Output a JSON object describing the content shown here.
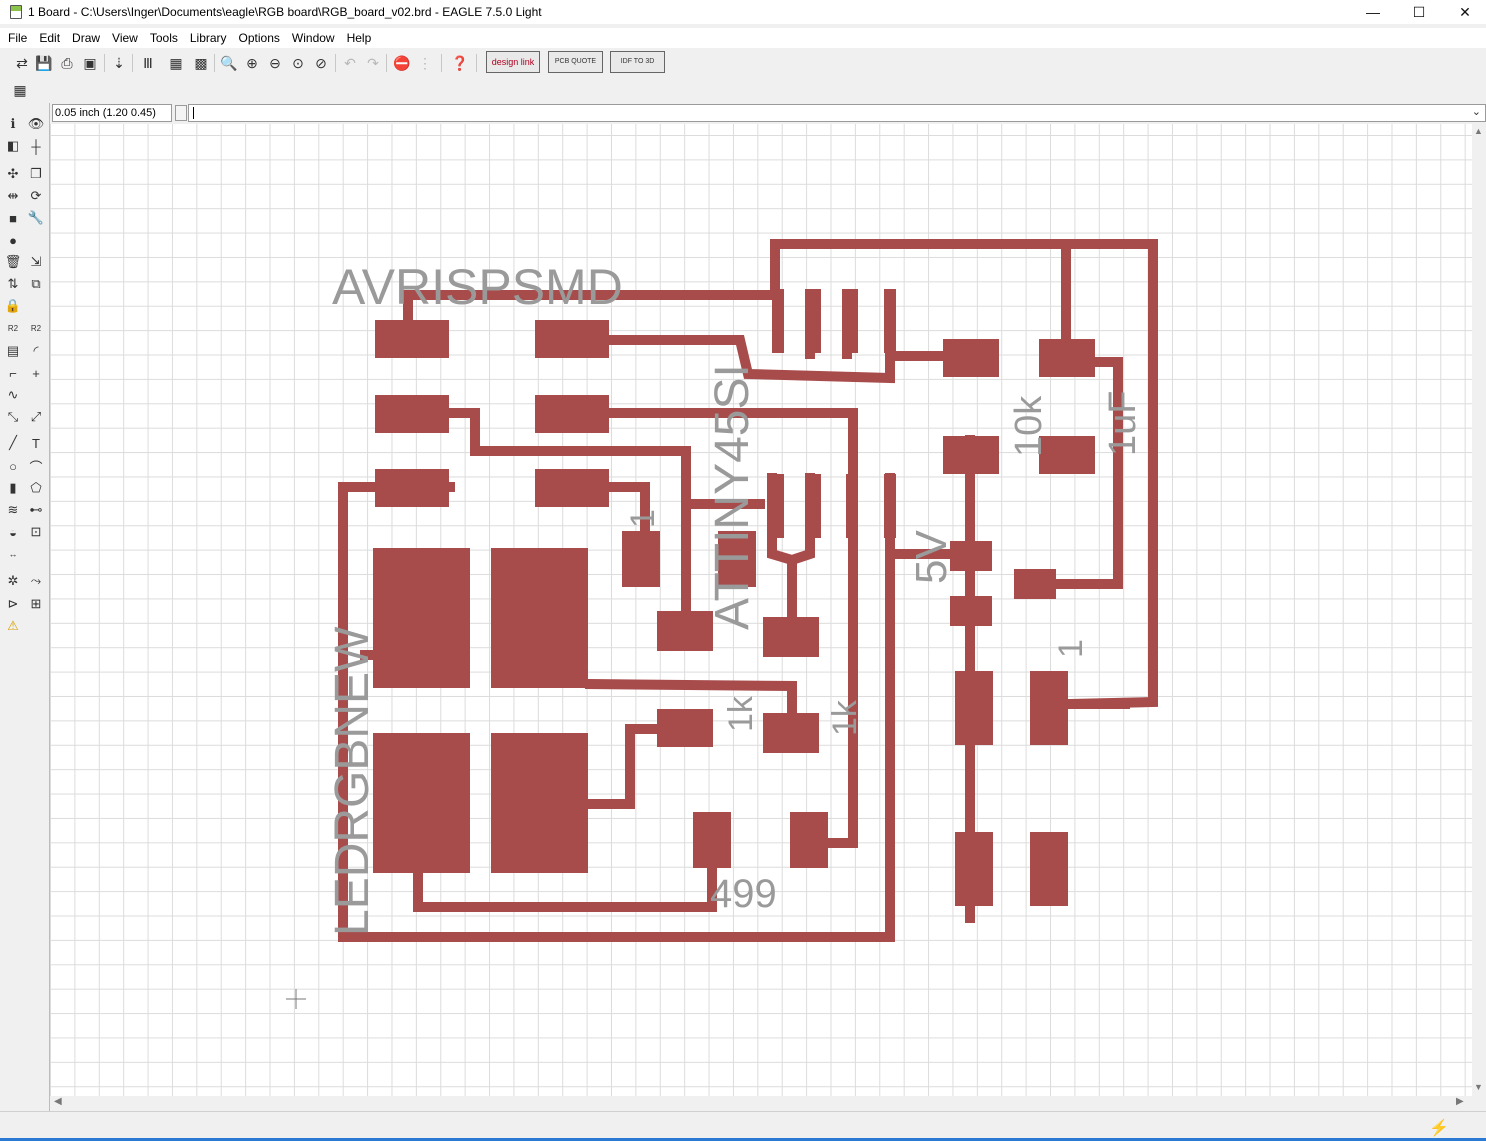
{
  "window": {
    "title": "1 Board - C:\\Users\\Inger\\Documents\\eagle\\RGB board\\RGB_board_v02.brd - EAGLE 7.5.0 Light",
    "minimize": "—",
    "maximize": "☐",
    "close": "✕"
  },
  "menu": {
    "items": [
      "File",
      "Edit",
      "Draw",
      "View",
      "Tools",
      "Library",
      "Options",
      "Window",
      "Help"
    ]
  },
  "toolbar": {
    "design_link": "design link",
    "pcb_quote": "PCB QUOTE",
    "idf": "IDF TO 3D"
  },
  "command": {
    "coordinates": "0.05 inch (1.20 0.45)",
    "input_value": ""
  },
  "board": {
    "trace_color": "#a84b4b",
    "silk_color": "#9a9a9a",
    "labels": {
      "avrisp": "AVRISPSMD",
      "attiny": "ATTINY45SI",
      "led": "LEDRGBNEW",
      "r10k": "10k",
      "c1uf": "1uF",
      "r1k_a": "1k",
      "r1k_b": "1k",
      "r499": "499",
      "v5": "5V",
      "pin1_a": "1",
      "pin1_b": "1"
    }
  },
  "status": {
    "go_icon": "lightning-icon"
  }
}
